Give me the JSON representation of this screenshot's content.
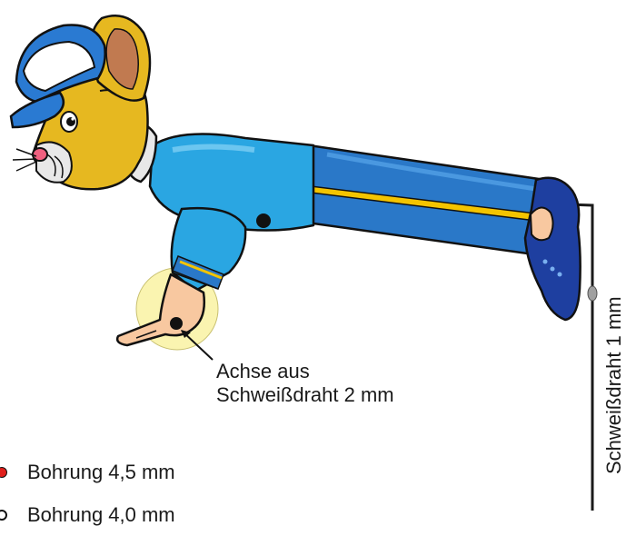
{
  "labels": {
    "axle": "Achse aus",
    "axle_line2": "Schweißdraht 2 mm",
    "wire": "Schweißdraht 1 mm"
  },
  "legend": [
    {
      "text": "Bohrung 4,5 mm",
      "color": "#e0201c",
      "icon": "filled-red-dot"
    },
    {
      "text": "Bohrung 4,0 mm",
      "color": "#ffffff",
      "icon": "hollow-dot"
    }
  ],
  "colors": {
    "fur": "#e6b820",
    "ear_inner": "#c17a50",
    "shirt": "#2aa6e2",
    "pants": "#2a78c8",
    "stripe": "#f4c400",
    "shoe": "#1e3fa0",
    "hand": "#f8c8a0",
    "axle_circle": "#faf4b0",
    "cap_blue": "#2a7ad2"
  }
}
